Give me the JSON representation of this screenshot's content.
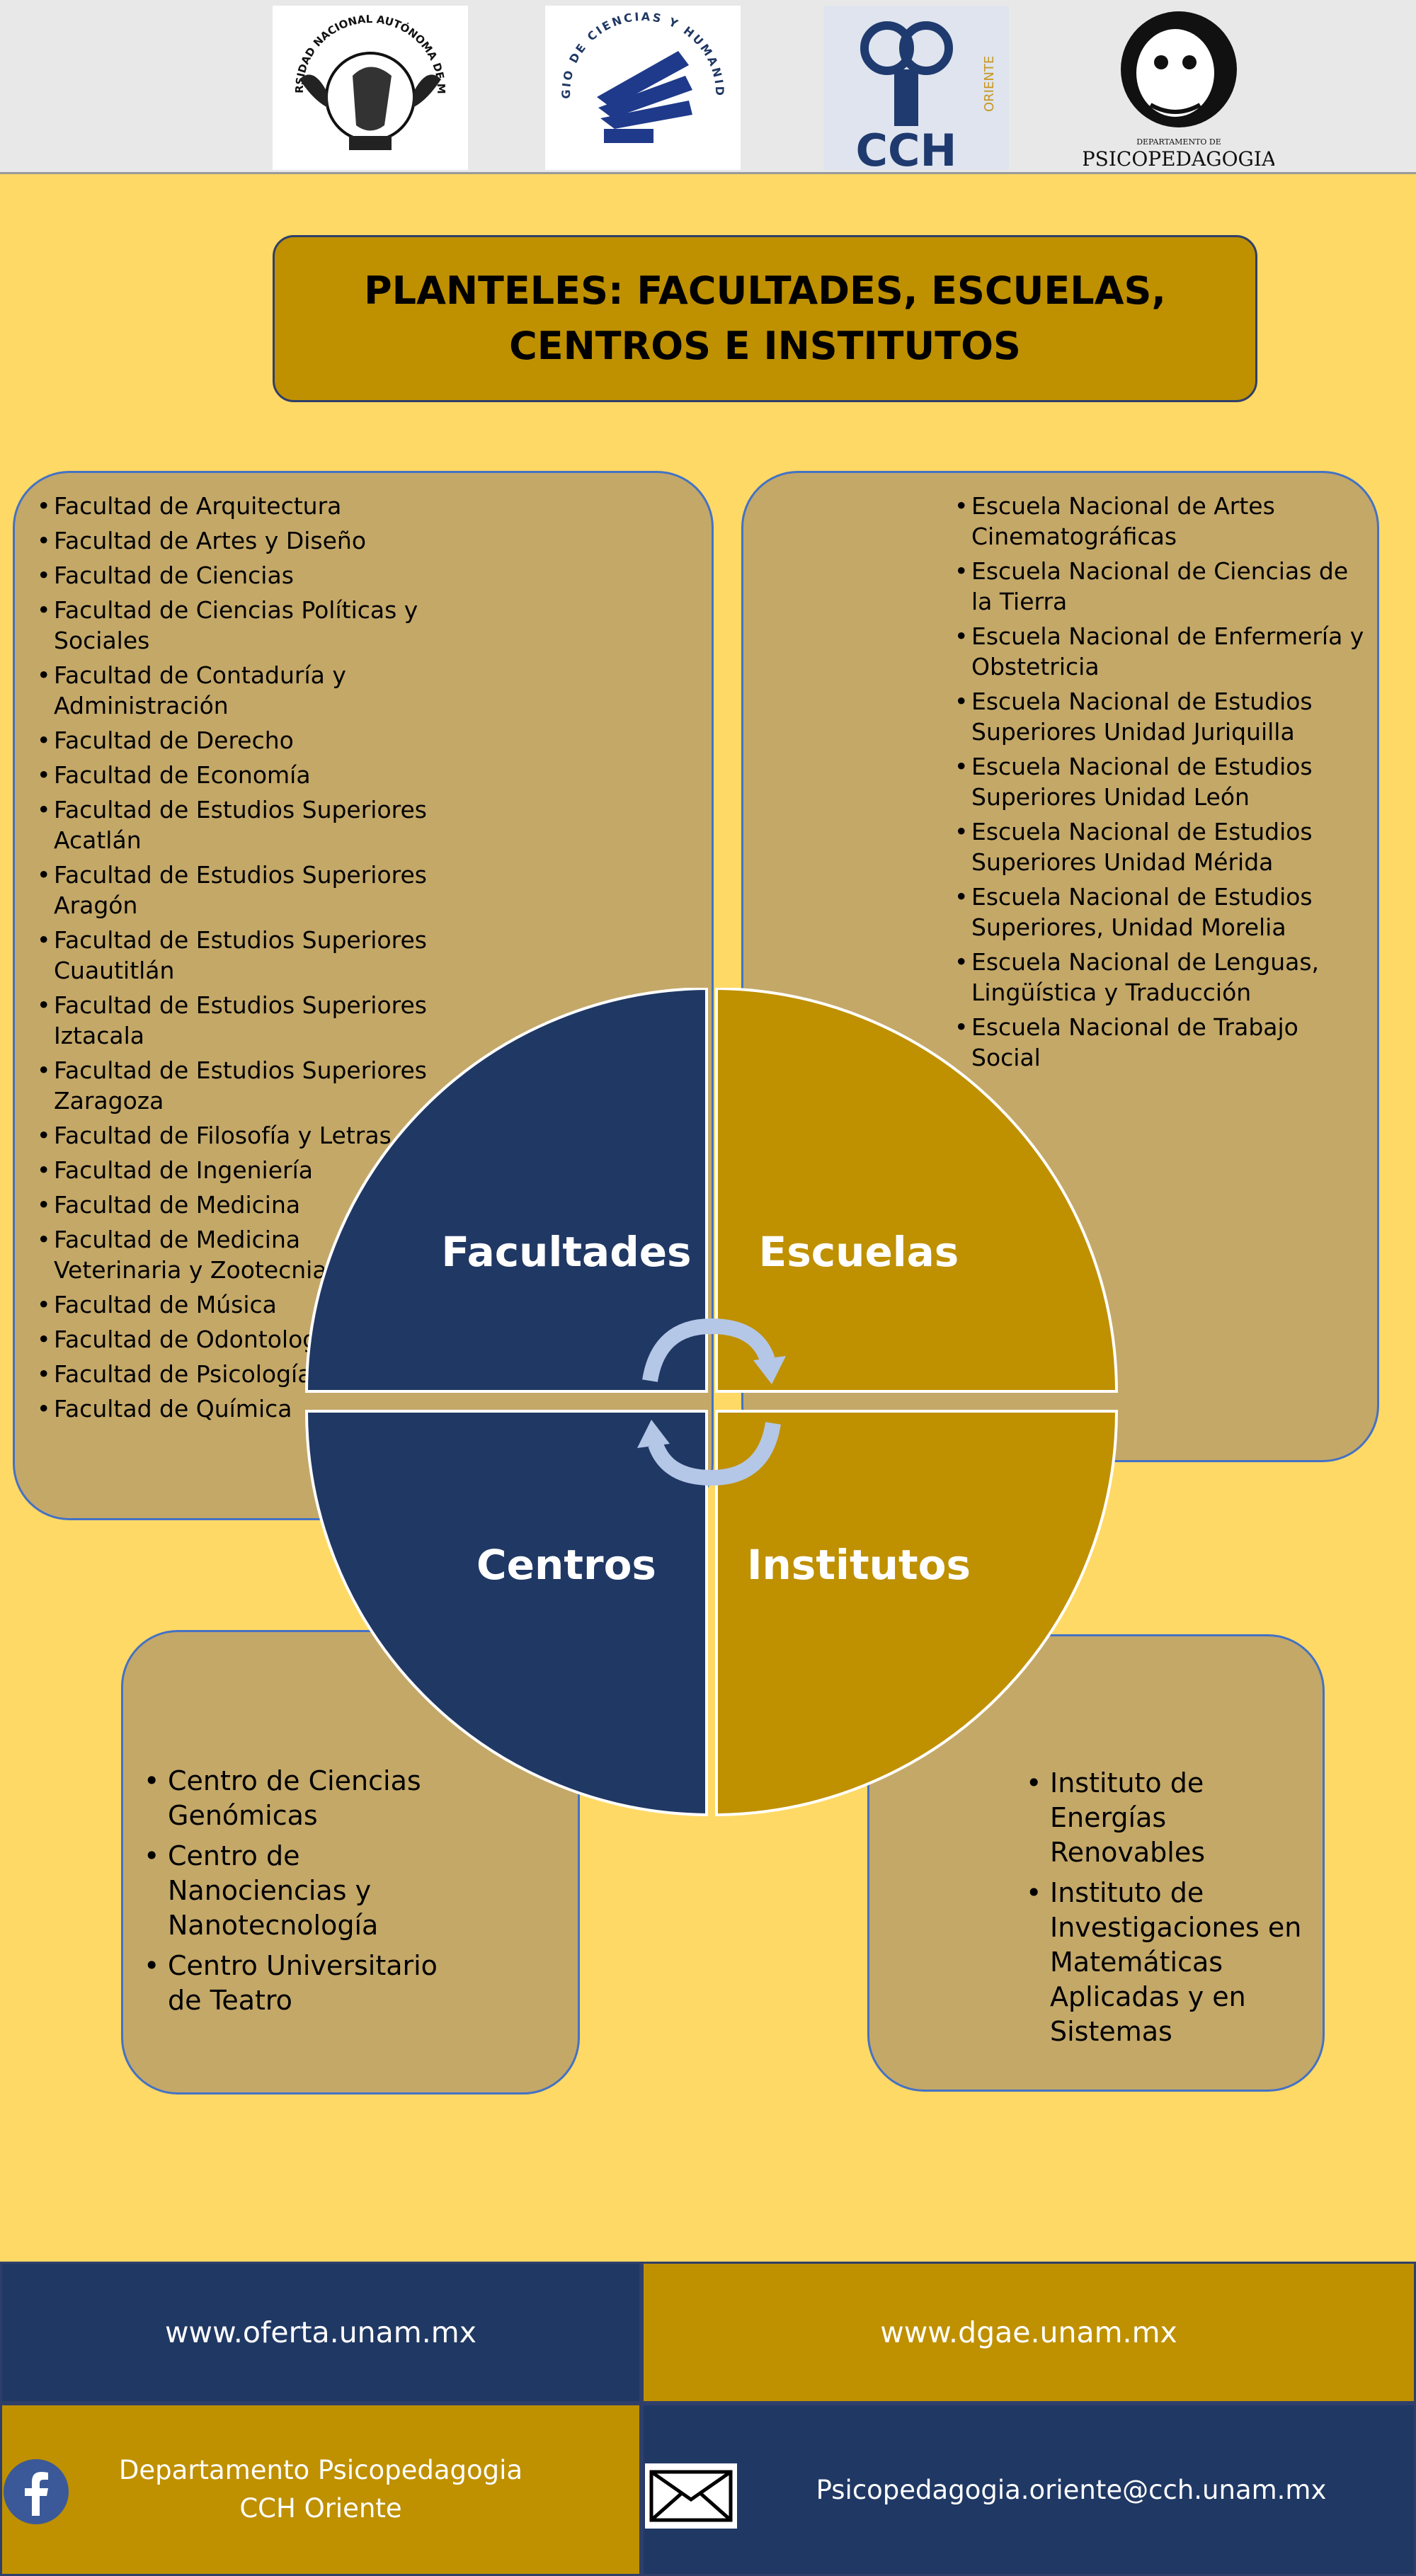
{
  "header": {
    "logos": [
      {
        "icon": "unam-seal-icon",
        "text": "UNIVERSIDAD NACIONAL AUTÓNOMA DE MÉXICO"
      },
      {
        "icon": "cch-book-logo-icon",
        "text": "COLEGIO DE CIENCIAS Y HUMANIDADES"
      },
      {
        "icon": "cch-oriente-logo-icon",
        "text": "CCH",
        "side": "ORIENTE"
      },
      {
        "icon": "psicopedagogia-logo-icon",
        "small": "DEPARTAMENTO DE",
        "text": "PSICOPEDAGOGIA"
      }
    ]
  },
  "title": "PLANTELES: FACULTADES, ESCUELAS, CENTROS E INSTITUTOS",
  "facultades": [
    "Facultad de Arquitectura",
    "Facultad de Artes y Diseño",
    "Facultad de Ciencias",
    "Facultad de Ciencias Políticas y Sociales",
    "Facultad de Contaduría y Administración",
    "Facultad de Derecho",
    "Facultad de Economía",
    "Facultad de Estudios Superiores Acatlán",
    "Facultad de Estudios Superiores Aragón",
    "Facultad de Estudios Superiores Cuautitlán",
    "Facultad de Estudios Superiores Iztacala",
    "Facultad de Estudios Superiores Zaragoza",
    "Facultad de Filosofía y Letras",
    "Facultad de Ingeniería",
    "Facultad de Medicina",
    "Facultad de Medicina Veterinaria y Zootecnia",
    "Facultad de Música",
    "Facultad de Odontología",
    "Facultad de Psicología",
    "Facultad de Química"
  ],
  "escuelas": [
    "Escuela Nacional de Artes Cinematográficas",
    "Escuela Nacional de Ciencias de la Tierra",
    "Escuela Nacional de Enfermería y Obstetricia",
    "Escuela Nacional de Estudios Superiores Unidad Juriquilla",
    "Escuela Nacional de Estudios Superiores Unidad León",
    "Escuela Nacional de Estudios Superiores Unidad Mérida",
    "Escuela Nacional de Estudios Superiores, Unidad Morelia",
    "Escuela Nacional de Lenguas, Lingüística y Traducción",
    "Escuela Nacional de Trabajo Social"
  ],
  "centros": [
    "Centro de Ciencias Genómicas",
    "Centro de Nanociencias y Nanotecnología",
    "Centro Universitario de Teatro"
  ],
  "institutos": [
    "Instituto de Energías Renovables",
    "Instituto de Investigaciones en Matemáticas Aplicadas y en Sistemas"
  ],
  "cycle": {
    "q1": "Facultades",
    "q2": "Escuelas",
    "q3": "Centros",
    "q4": "Institutos",
    "colors": {
      "navy": "#203864",
      "gold": "#bf9000",
      "arrow": "#b4c7e7"
    }
  },
  "footer": {
    "oferta": "www.oferta.unam.mx",
    "dgae": "www.dgae.unam.mx",
    "depto_line1": "Departamento Psicopedagogia",
    "depto_line2": "CCH Oriente",
    "email": "Psicopedagogia.oriente@cch.unam.mx",
    "facebook_icon": "facebook-icon",
    "mail_icon": "envelope-icon"
  }
}
